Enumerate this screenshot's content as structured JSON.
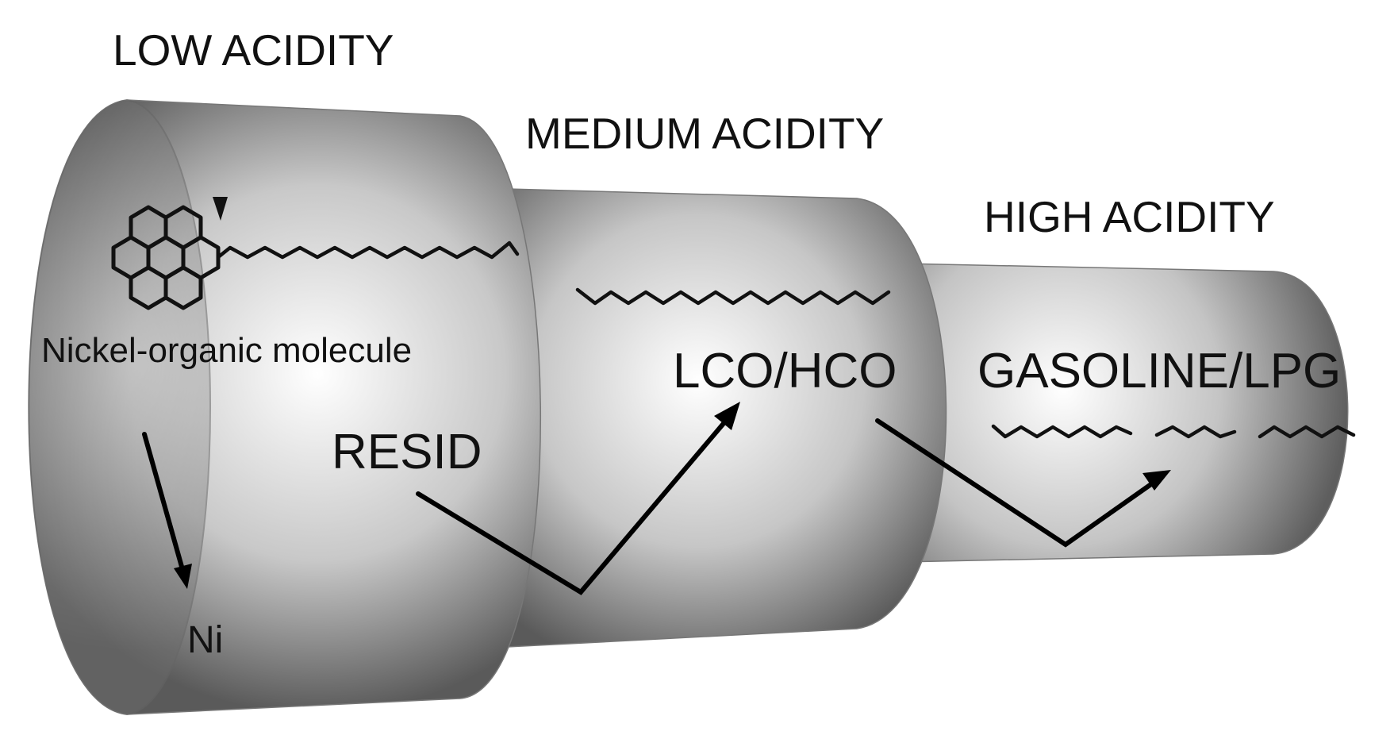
{
  "zones": {
    "low": "LOW ACIDITY",
    "medium": "MEDIUM ACIDITY",
    "high": "HIGH ACIDITY"
  },
  "molecule_label": "Nickel-organic molecule",
  "metal_label": "Ni",
  "products": {
    "resid": "RESID",
    "lco_hco": "LCO/HCO",
    "gasoline_lpg": "GASOLINE/LPG"
  },
  "colors": {
    "cylinder_dark": "#5a5a5a",
    "cylinder_light": "#ffffff",
    "ink": "#111111"
  }
}
